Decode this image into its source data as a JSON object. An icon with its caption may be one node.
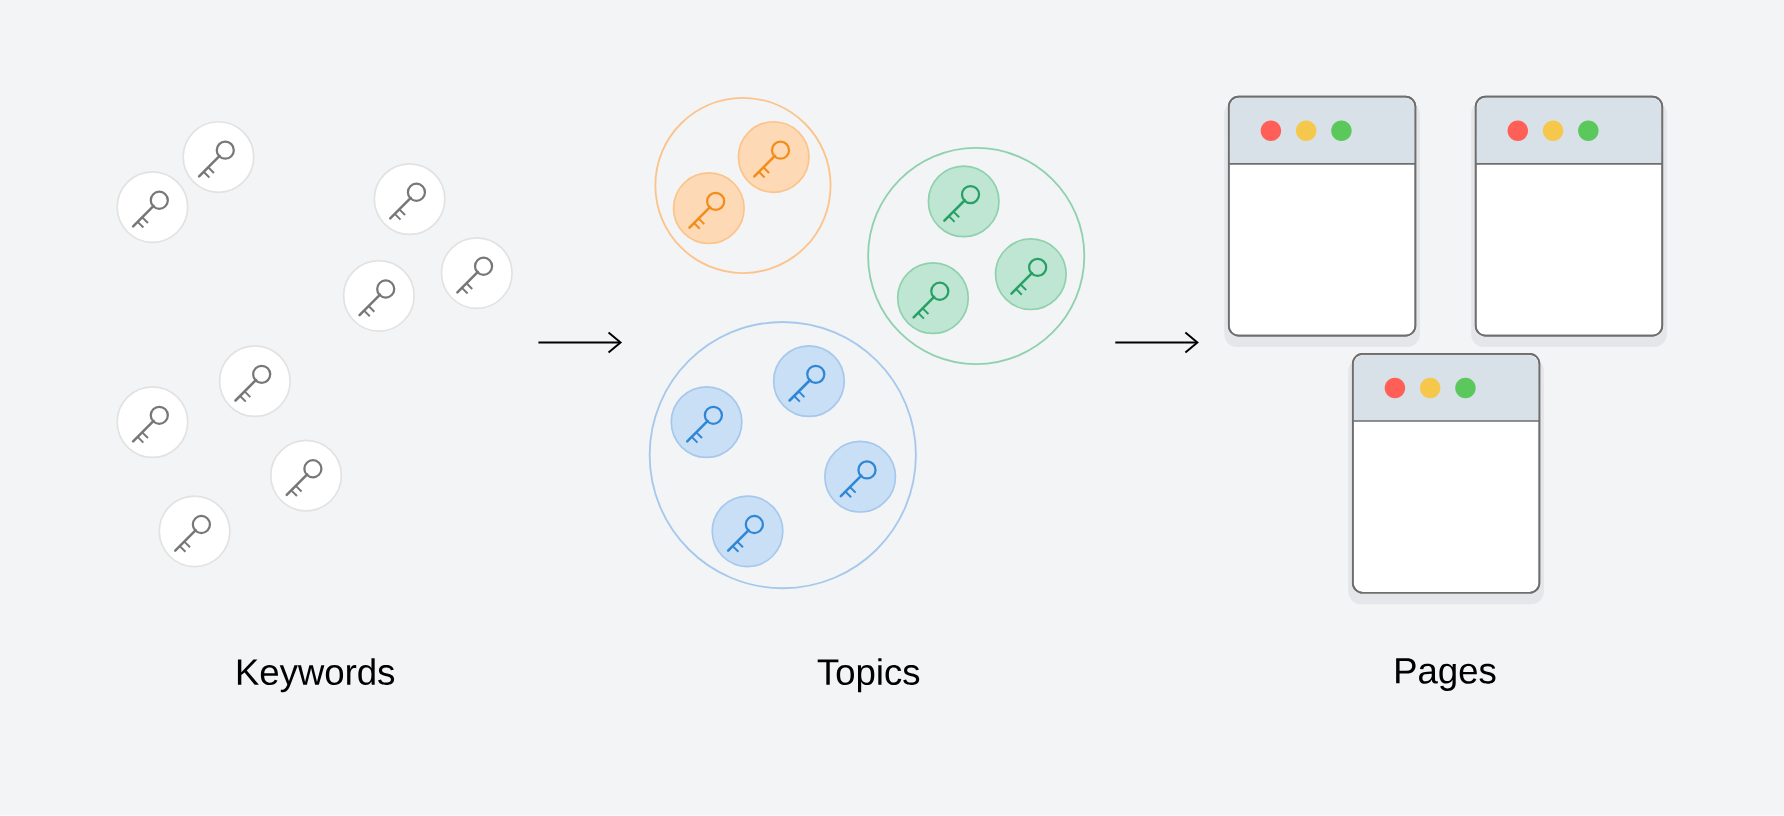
{
  "diagram": {
    "nodes": [
      {
        "text": [
          "Keywords"
        ]
      },
      {
        "text": [
          "Topics"
        ]
      },
      {
        "text": [
          "Pages"
        ]
      }
    ],
    "edges": [
      {
        "from": 0,
        "to": 1,
        "arrow": "to"
      },
      {
        "from": 1,
        "to": 2,
        "arrow": "to"
      }
    ]
  }
}
